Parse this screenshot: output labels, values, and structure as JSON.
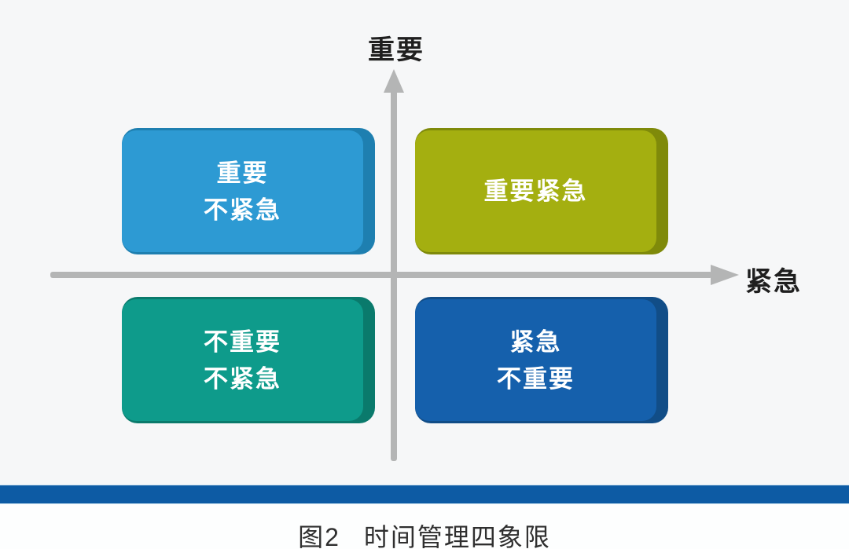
{
  "background_color": "#f6f7f8",
  "axes": {
    "y_axis_label": "重要",
    "x_axis_label": "紧急",
    "axis_color": "#b4b5b5"
  },
  "quadrants": [
    {
      "name": "important-not-urgent",
      "position": "top-left",
      "lines": [
        "重要",
        "不紧急"
      ],
      "face_color": "#2d9ad3",
      "edge_color": "#1e7fb0"
    },
    {
      "name": "important-urgent",
      "position": "top-right",
      "lines": [
        "重要紧急"
      ],
      "face_color": "#a4af10",
      "edge_color": "#7f8a0a"
    },
    {
      "name": "not-important-not-urgent",
      "position": "bottom-left",
      "lines": [
        "不重要",
        "不紧急"
      ],
      "face_color": "#0e9b8b",
      "edge_color": "#0a7a6c"
    },
    {
      "name": "urgent-not-important",
      "position": "bottom-right",
      "lines": [
        "紧急",
        "不重要"
      ],
      "face_color": "#1560ac",
      "edge_color": "#114d87"
    }
  ],
  "box_text_color": "#ffffff",
  "footer": {
    "bar_color": "#0d5ba4"
  },
  "caption": {
    "label": "图2",
    "title": "时间管理四象限"
  }
}
